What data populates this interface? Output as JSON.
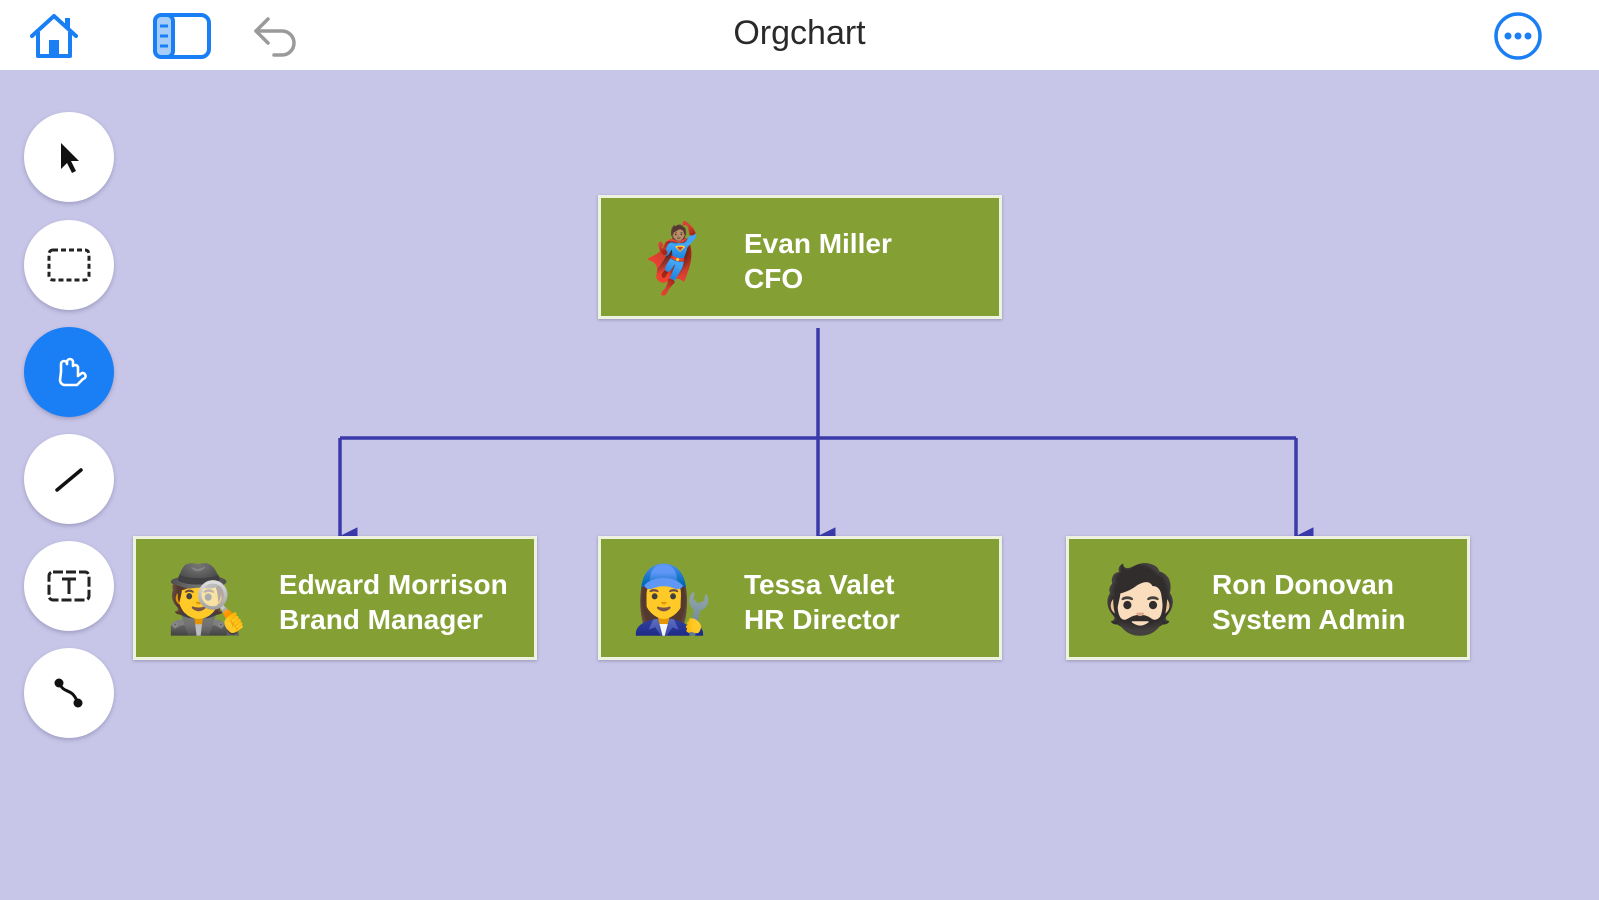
{
  "app": {
    "title": "Orgchart",
    "colors": {
      "accent": "#1a7ef5",
      "canvas": "#c8c6e8",
      "node": "#84a034",
      "connector": "#3a3aaa"
    }
  },
  "toolbar": {
    "home_icon": "home-icon",
    "sidebar_icon": "sidebar-icon",
    "undo_icon": "undo-icon",
    "more_icon": "more-icon"
  },
  "tools": [
    {
      "name": "select",
      "icon": "pointer-arrow-icon",
      "active": false
    },
    {
      "name": "marquee",
      "icon": "dashed-rectangle-icon",
      "active": false
    },
    {
      "name": "pan",
      "icon": "hand-icon",
      "active": true
    },
    {
      "name": "line",
      "icon": "line-icon",
      "active": false
    },
    {
      "name": "text",
      "icon": "text-box-icon",
      "active": false
    },
    {
      "name": "connector",
      "icon": "connector-icon",
      "active": false
    }
  ],
  "nodes": [
    {
      "id": "evan",
      "avatar": "🦸🏽",
      "name": "Evan Miller",
      "role": "CFO"
    },
    {
      "id": "edward",
      "avatar": "🕵️",
      "name": "Edward Morrison",
      "role": "Brand Manager"
    },
    {
      "id": "tessa",
      "avatar": "👩‍🔧",
      "name": "Tessa Valet",
      "role": "HR Director"
    },
    {
      "id": "ron",
      "avatar": "🧔🏻",
      "name": "Ron Donovan",
      "role": "System Admin"
    }
  ],
  "edges": [
    {
      "from": "evan",
      "to": "edward"
    },
    {
      "from": "evan",
      "to": "tessa"
    },
    {
      "from": "evan",
      "to": "ron"
    }
  ]
}
